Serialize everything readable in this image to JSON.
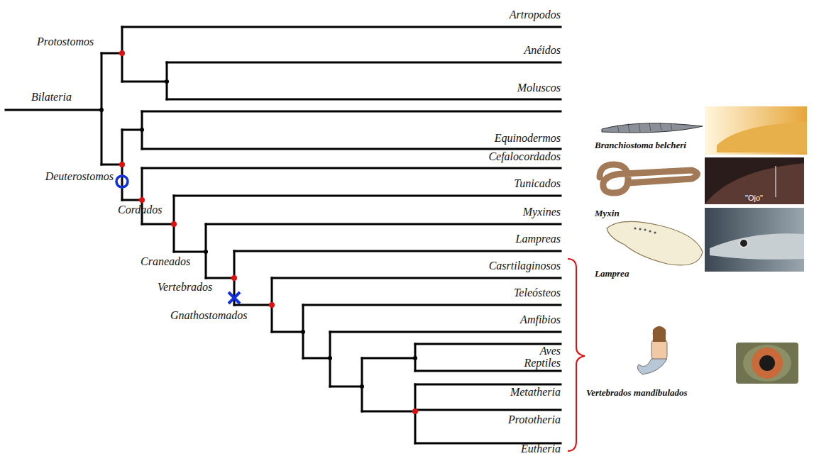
{
  "diagram": {
    "labels": [
      "Artropodos",
      "Anéidos",
      "Moluscos",
      "Equinodermos",
      "Cefalocordados",
      "Tunicados",
      "Myxines",
      "Lampreas",
      "Casrtilaginosos",
      "Teleósteos",
      "Amfibios",
      "Aves",
      "Reptiles",
      "Metatheria",
      "Prototheria",
      "Eutheria",
      "Protostomos",
      "Bilateria",
      "Deuterostomos",
      "Cordados",
      "Craneados",
      "Vertebrados",
      "Gnathostomados",
      "Branchiostoma belcheri",
      "Myxin",
      "\"Ojo\"",
      "Lamprea",
      "Vertebrados mandibulados"
    ]
  }
}
